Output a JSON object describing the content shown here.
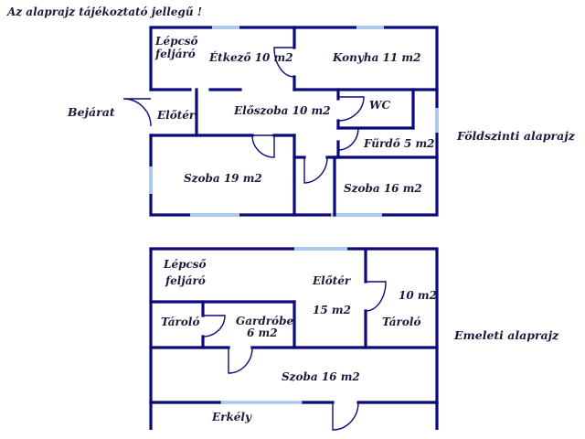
{
  "note": "Az alaprajz tájékoztató jellegű !",
  "ground_floor": {
    "title": "Földszinti alaprajz",
    "entrance": "Bejárat",
    "stair_line1": "Lépcső",
    "stair_line2": "feljáró",
    "dining": "Étkező 10 m2",
    "kitchen": "Konyha 11 m2",
    "vestibule": "Előtér",
    "hall": "Előszoba 10 m2",
    "wc": "WC",
    "bathroom": "Fürdő 5 m2",
    "room19": "Szoba 19 m2",
    "room16": "Szoba 16 m2"
  },
  "upper_floor": {
    "title": "Emeleti alaprajz",
    "stair_line1": "Lépcső",
    "stair_line2": "feljáró",
    "landing": "Előtér",
    "landing_area": "15 m2",
    "storage_left": "Tároló",
    "wardrobe_line1": "Gardróbe",
    "wardrobe_line2": "6 m2",
    "storage_right_area": "10 m2",
    "storage_right": "Tároló",
    "room": "Szoba 16 m2",
    "balcony": "Erkély"
  },
  "colors": {
    "wall": "#0a0a7a",
    "window": "#a8c8ec",
    "text": "#1a1a3a"
  }
}
